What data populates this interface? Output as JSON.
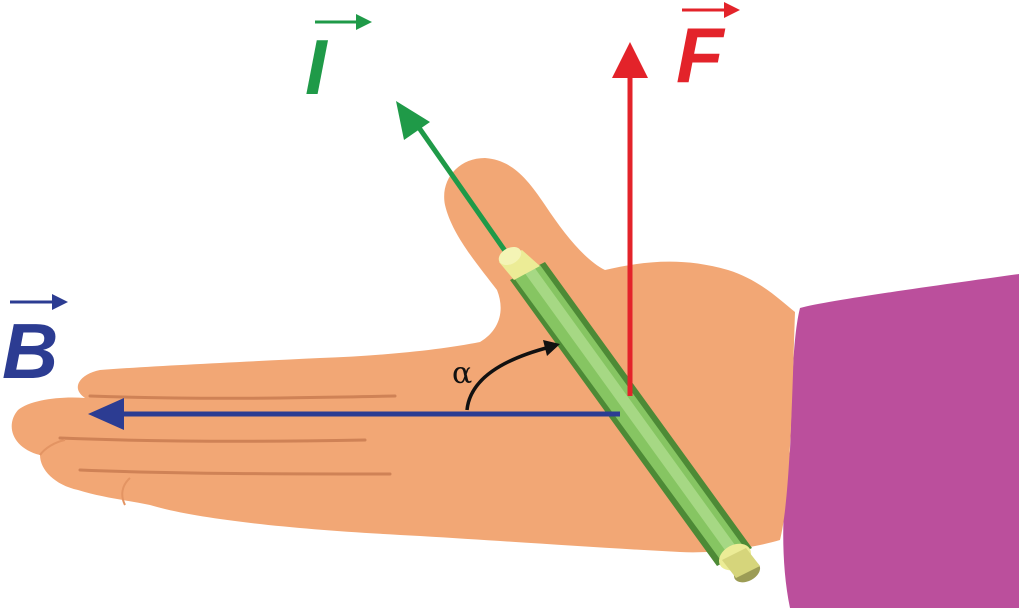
{
  "diagram": {
    "vectors": [
      {
        "id": "current",
        "symbol": "I",
        "color": "#1f9a48",
        "icon": "vector-arrow-icon"
      },
      {
        "id": "force",
        "symbol": "F",
        "color": "#e3232a",
        "icon": "vector-arrow-icon"
      },
      {
        "id": "field",
        "symbol": "B",
        "color": "#2c3c92",
        "icon": "vector-arrow-icon"
      }
    ],
    "angle": {
      "symbol": "α",
      "color": "#111111"
    },
    "colors": {
      "skin": "#f2a775",
      "skin_shadow": "#cf8256",
      "sleeve": "#bb4f9c",
      "conductor": "#86c562",
      "conductor_dark": "#4d8a36",
      "conductor_cap": "#ecec96"
    }
  }
}
